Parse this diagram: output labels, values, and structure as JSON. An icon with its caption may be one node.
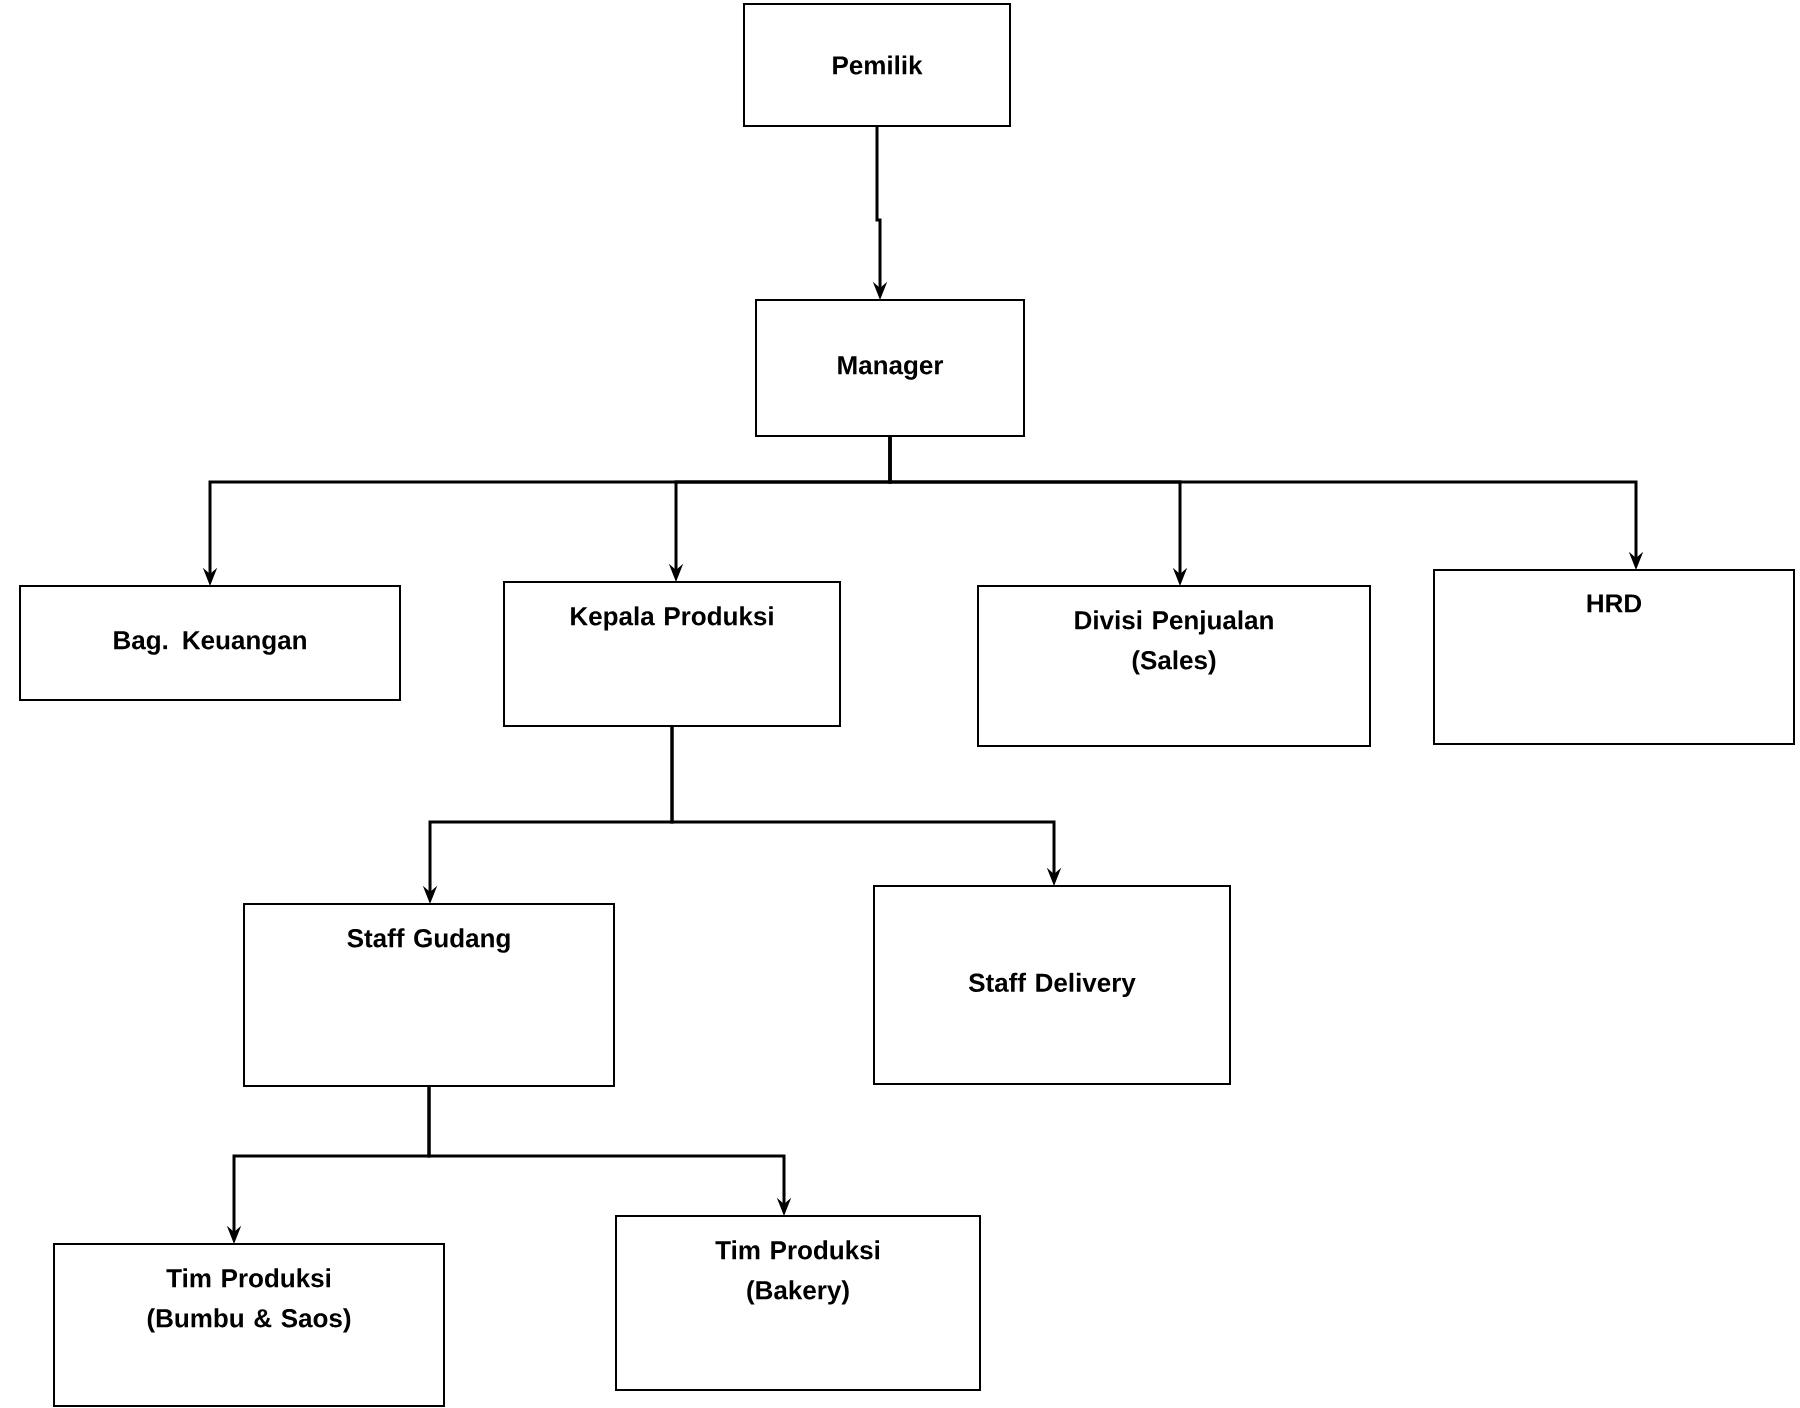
{
  "diagram": {
    "nodes": [
      {
        "text": [
          "Pemilik"
        ]
      },
      {
        "text": [
          "Manager"
        ]
      },
      {
        "text": [
          "Bag. Keuangan"
        ]
      },
      {
        "text": [
          "Kepala Produksi"
        ]
      },
      {
        "text": [
          "Divisi Penjualan (Sales)"
        ]
      },
      {
        "text": [
          "HRD"
        ]
      },
      {
        "text": [
          "Staff Gudang"
        ]
      },
      {
        "text": [
          "Staff Delivery"
        ]
      },
      {
        "text": [
          "Tim Produksi (Bumbu & Saos)"
        ]
      },
      {
        "text": [
          "Tim Produksi (Bakery)"
        ]
      }
    ],
    "edges": [
      {
        "from": 0,
        "to": 1,
        "arrow": "to"
      },
      {
        "from": 1,
        "to": 2,
        "arrow": "to"
      },
      {
        "from": 1,
        "to": 3,
        "arrow": "to"
      },
      {
        "from": 1,
        "to": 4,
        "arrow": "to"
      },
      {
        "from": 1,
        "to": 5,
        "arrow": "to"
      },
      {
        "from": 3,
        "to": 6,
        "arrow": "to"
      },
      {
        "from": 3,
        "to": 7,
        "arrow": "to"
      },
      {
        "from": 6,
        "to": 8,
        "arrow": "to"
      },
      {
        "from": 6,
        "to": 9,
        "arrow": "to"
      }
    ]
  }
}
